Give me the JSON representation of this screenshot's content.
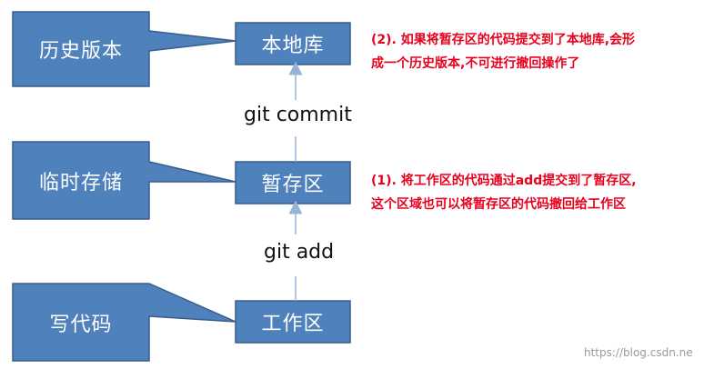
{
  "colors": {
    "box_fill": "#4f81bd",
    "box_stroke": "#385d8a",
    "note_text": "#e8001c",
    "arrow": "#95b3d7"
  },
  "stages": {
    "workspace": "工作区",
    "staging": "暂存区",
    "repository": "本地库"
  },
  "callouts": {
    "write_code": "写代码",
    "temp_store": "临时存储",
    "history": "历史版本"
  },
  "commands": {
    "add": "git add",
    "commit": "git commit"
  },
  "notes": {
    "commit_note": {
      "line1": "(2). 如果将暂存区的代码提交到了本地库,会形",
      "line2": "成一个历史版本,不可进行撤回操作了"
    },
    "add_note": {
      "line1": "(1). 将工作区的代码通过add提交到了暂存区,",
      "line2": "这个区域也可以将暂存区的代码撤回给工作区"
    }
  },
  "watermark": "https://blog.csdn.ne"
}
